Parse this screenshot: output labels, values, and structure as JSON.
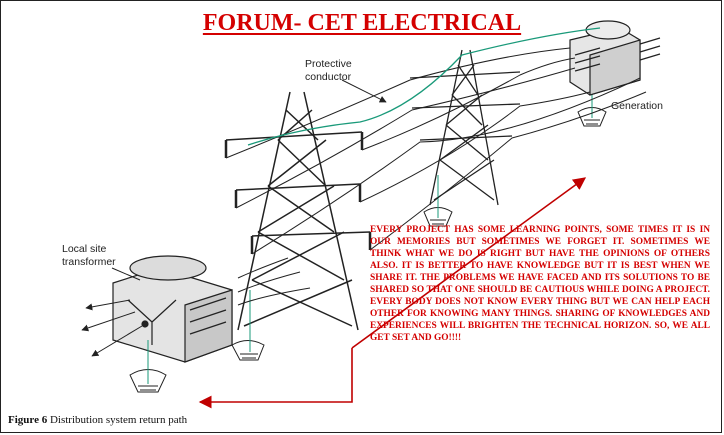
{
  "header": {
    "title": "FORUM- CET ELECTRICAL"
  },
  "labels": {
    "protective_line1": "Protective",
    "protective_line2": "conductor",
    "generation": "Generation",
    "local_line1": "Local site",
    "local_line2": "transformer"
  },
  "note": {
    "text": "EVERY PROJECT HAS SOME LEARNING POINTS, SOME TIMES IT IS IN OUR MEMORIES BUT SOMETIMES WE FORGET IT. SOMETIMES WE THINK WHAT WE DO IS RIGHT BUT HAVE THE OPINIONS OF OTHERS ALSO. IT IS BETTER TO HAVE KNOWLEDGE BUT IT IS BEST WHEN WE SHARE IT. THE PROBLEMS WE HAVE FACED AND ITS SOLUTIONS TO BE SHARED SO THAT ONE SHOULD BE CAUTIOUS WHILE DOING A PROJECT. EVERY BODY DOES NOT KNOW EVERY THING BUT WE CAN HELP EACH OTHER FOR KNOWING MANY THINGS. SHARING OF KNOWLEDGES AND EXPERIENCES WILL BRIGHTEN THE TECHNICAL HORIZON. SO, WE ALL GET SET AND GO!!!!"
  },
  "caption": {
    "figure": "Figure 6",
    "text": " Distribution system return path"
  },
  "colors": {
    "title": "#d40000",
    "note": "#d40000",
    "arrow": "#c00000",
    "protective_conductor": "#1a9a7a",
    "lines": "#222222"
  }
}
